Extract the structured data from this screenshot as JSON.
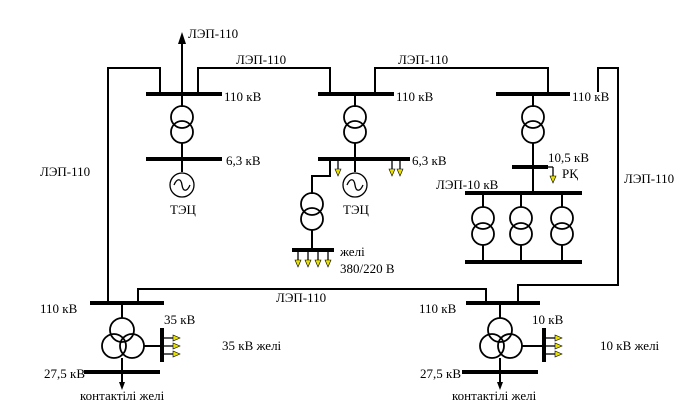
{
  "labels": {
    "lep_top": "ЛЭП-110",
    "lep_upper_left": "ЛЭП-110",
    "lep_upper_right": "ЛЭП-110",
    "lep_left": "ЛЭП-110",
    "lep_right": "ЛЭП-110",
    "lep_bottom": "ЛЭП-110",
    "lep_10": "ЛЭП-10 кВ",
    "bus1_110": "110 кВ",
    "bus2_110": "110 кВ",
    "bus3_110": "110 кВ",
    "bus1_63": "6,3 кВ",
    "bus2_63": "6,3 кВ",
    "bus3_105": "10,5 кВ",
    "rq": "РҚ",
    "tec1": "ТЭЦ",
    "tec2": "ТЭЦ",
    "zheli_380_1": "желі",
    "zheli_380_2": "380/220 В",
    "sub_left_110": "110 кВ",
    "sub_left_35": "35 кВ",
    "sub_left_275": "27,5 кВ",
    "sub_left_feed": "35 кВ желі",
    "sub_left_contact": "контактілі желі",
    "sub_right_110": "110 кВ",
    "sub_right_10": "10 кВ",
    "sub_right_275": "27,5 кВ",
    "sub_right_feed": "10 кВ желі",
    "sub_right_contact": "контактілі желі"
  },
  "colors": {
    "line": "#000000",
    "feeder_tip": "#e8e000",
    "background": "#ffffff"
  }
}
